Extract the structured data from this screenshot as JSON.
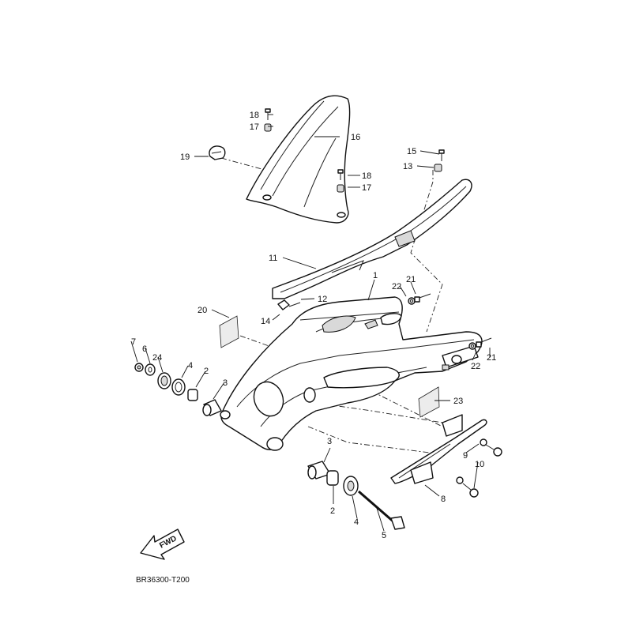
{
  "diagram": {
    "code": "BR36300-T200",
    "direction_label": "FWD",
    "callouts": {
      "c1": "1",
      "c2a": "2",
      "c2b": "2",
      "c3a": "3",
      "c3b": "3",
      "c4a": "4",
      "c4b": "4",
      "c5": "5",
      "c6": "6",
      "c7": "7",
      "c8": "8",
      "c9": "9",
      "c10": "10",
      "c11": "11",
      "c12": "12",
      "c13": "13",
      "c14": "14",
      "c15": "15",
      "c16": "16",
      "c17a": "17",
      "c17b": "17",
      "c18a": "18",
      "c18b": "18",
      "c19": "19",
      "c20": "20",
      "c21a": "21",
      "c21b": "21",
      "c22a": "22",
      "c22b": "22",
      "c23": "23",
      "c24": "24"
    }
  }
}
